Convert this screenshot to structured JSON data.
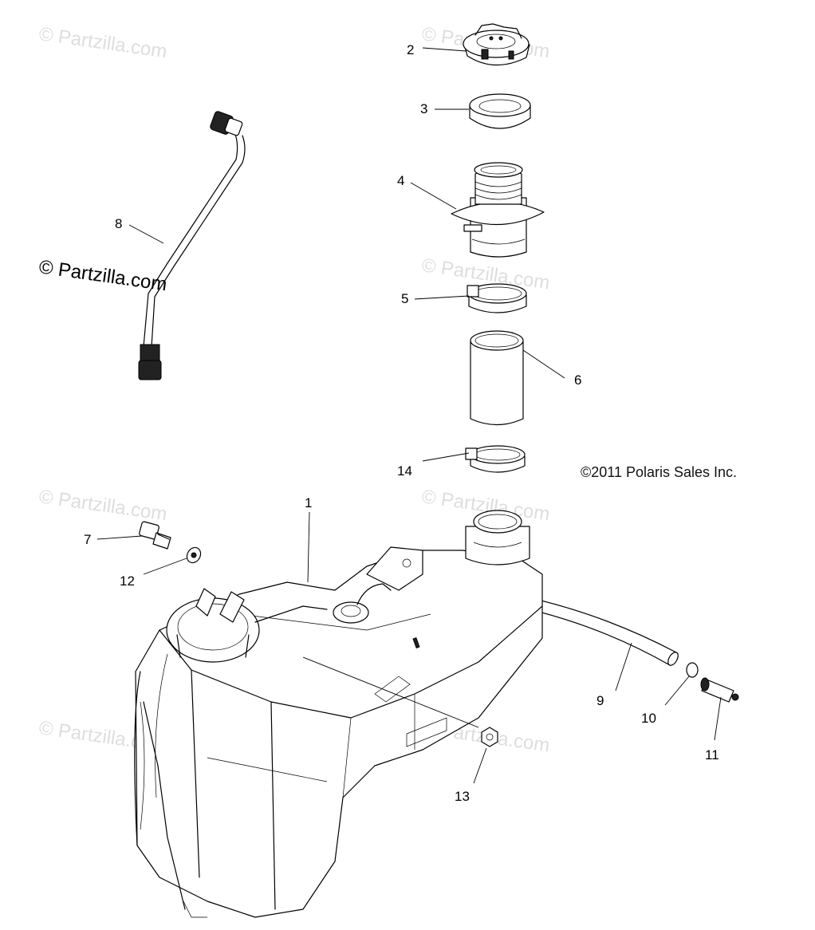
{
  "copyright": "©2011 Polaris Sales Inc.",
  "watermarks": [
    "© Partzilla.com",
    "© Partzilla.com",
    "© Partzilla.com",
    "© Partzilla.com",
    "© Partzilla.com",
    "© Partzilla.com",
    "© Partzilla.com"
  ],
  "watermark_main": "© Partzilla.com",
  "callouts": {
    "c1": "1",
    "c2": "2",
    "c3": "3",
    "c4": "4",
    "c5": "5",
    "c6": "6",
    "c7": "7",
    "c8": "8",
    "c9": "9",
    "c10": "10",
    "c11": "11",
    "c12": "12",
    "c13": "13",
    "c14": "14"
  }
}
